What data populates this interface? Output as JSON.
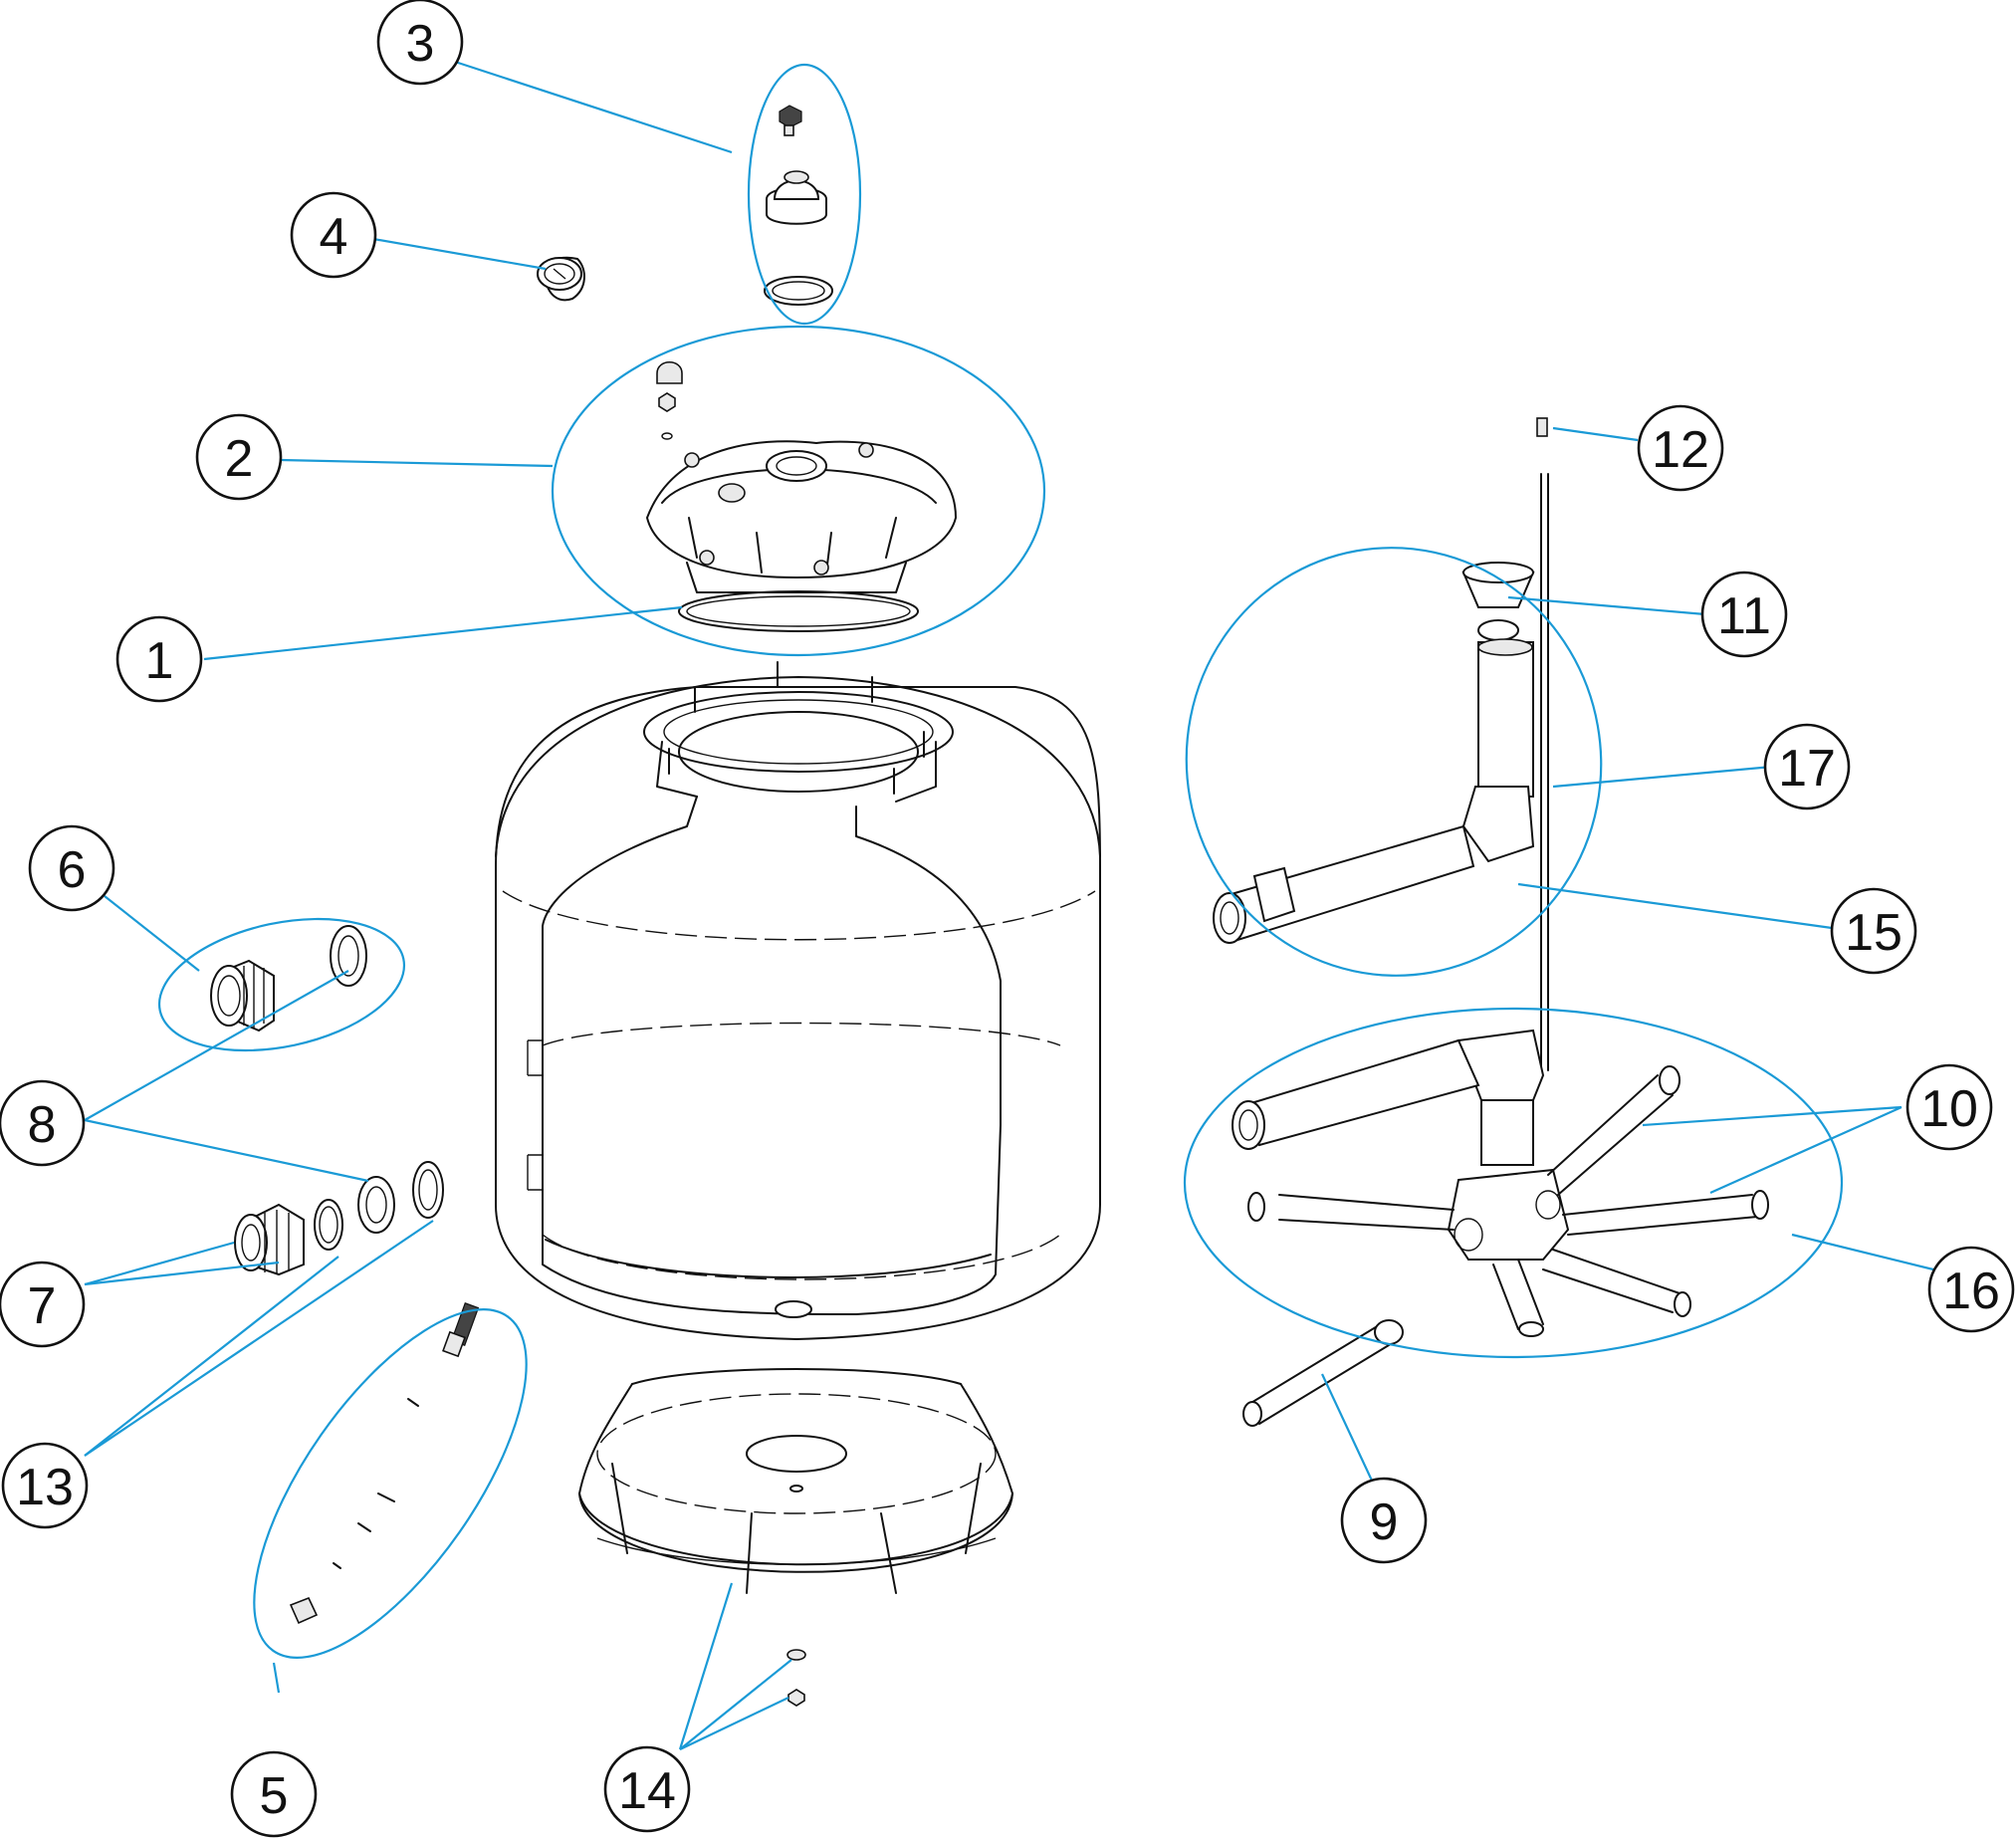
{
  "callouts": [
    {
      "label": "1"
    },
    {
      "label": "2"
    },
    {
      "label": "3"
    },
    {
      "label": "4"
    },
    {
      "label": "5"
    },
    {
      "label": "6"
    },
    {
      "label": "7"
    },
    {
      "label": "8"
    },
    {
      "label": "9"
    },
    {
      "label": "10"
    },
    {
      "label": "11"
    },
    {
      "label": "12"
    },
    {
      "label": "13"
    },
    {
      "label": "14"
    },
    {
      "label": "15"
    },
    {
      "label": "16"
    },
    {
      "label": "17"
    }
  ],
  "colors": {
    "leader": "#1a9ad6",
    "outline": "#111111",
    "background": "#ffffff"
  }
}
